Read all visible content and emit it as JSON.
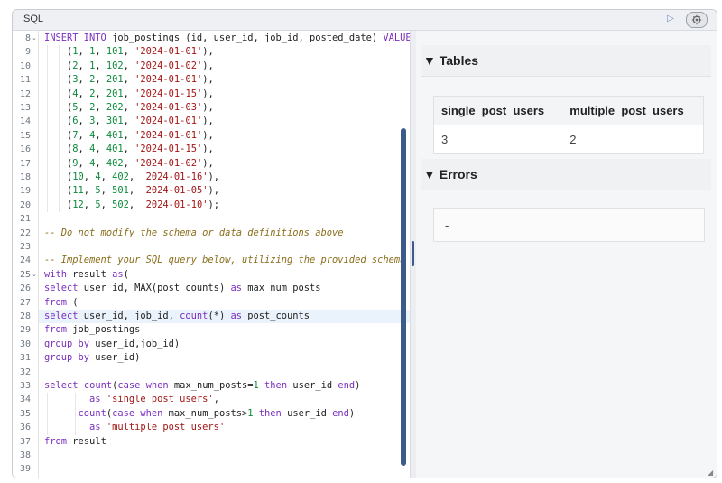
{
  "window": {
    "title": "SQL"
  },
  "toolbar": {
    "run_icon": "play-icon",
    "settings_icon": "gear-icon"
  },
  "editor": {
    "lines": [
      {
        "n": "8",
        "fold": true,
        "tokens": [
          [
            "kw",
            "INSERT INTO "
          ],
          [
            "",
            "job_postings (id, user_id, job_id, posted_date) "
          ],
          [
            "kw",
            "VALUES"
          ]
        ]
      },
      {
        "n": "9",
        "tokens": [
          [
            "",
            "    ("
          ],
          [
            "num",
            "1"
          ],
          [
            "",
            ", "
          ],
          [
            "num",
            "1"
          ],
          [
            "",
            ", "
          ],
          [
            "num",
            "101"
          ],
          [
            "",
            ", "
          ],
          [
            "str",
            "'2024-01-01'"
          ],
          [
            "",
            "),"
          ]
        ]
      },
      {
        "n": "10",
        "tokens": [
          [
            "",
            "    ("
          ],
          [
            "num",
            "2"
          ],
          [
            "",
            ", "
          ],
          [
            "num",
            "1"
          ],
          [
            "",
            ", "
          ],
          [
            "num",
            "102"
          ],
          [
            "",
            ", "
          ],
          [
            "str",
            "'2024-01-02'"
          ],
          [
            "",
            "),"
          ]
        ]
      },
      {
        "n": "11",
        "tokens": [
          [
            "",
            "    ("
          ],
          [
            "num",
            "3"
          ],
          [
            "",
            ", "
          ],
          [
            "num",
            "2"
          ],
          [
            "",
            ", "
          ],
          [
            "num",
            "201"
          ],
          [
            "",
            ", "
          ],
          [
            "str",
            "'2024-01-01'"
          ],
          [
            "",
            "),"
          ]
        ]
      },
      {
        "n": "12",
        "tokens": [
          [
            "",
            "    ("
          ],
          [
            "num",
            "4"
          ],
          [
            "",
            ", "
          ],
          [
            "num",
            "2"
          ],
          [
            "",
            ", "
          ],
          [
            "num",
            "201"
          ],
          [
            "",
            ", "
          ],
          [
            "str",
            "'2024-01-15'"
          ],
          [
            "",
            "),"
          ]
        ]
      },
      {
        "n": "13",
        "tokens": [
          [
            "",
            "    ("
          ],
          [
            "num",
            "5"
          ],
          [
            "",
            ", "
          ],
          [
            "num",
            "2"
          ],
          [
            "",
            ", "
          ],
          [
            "num",
            "202"
          ],
          [
            "",
            ", "
          ],
          [
            "str",
            "'2024-01-03'"
          ],
          [
            "",
            "),"
          ]
        ]
      },
      {
        "n": "14",
        "tokens": [
          [
            "",
            "    ("
          ],
          [
            "num",
            "6"
          ],
          [
            "",
            ", "
          ],
          [
            "num",
            "3"
          ],
          [
            "",
            ", "
          ],
          [
            "num",
            "301"
          ],
          [
            "",
            ", "
          ],
          [
            "str",
            "'2024-01-01'"
          ],
          [
            "",
            "),"
          ]
        ]
      },
      {
        "n": "15",
        "tokens": [
          [
            "",
            "    ("
          ],
          [
            "num",
            "7"
          ],
          [
            "",
            ", "
          ],
          [
            "num",
            "4"
          ],
          [
            "",
            ", "
          ],
          [
            "num",
            "401"
          ],
          [
            "",
            ", "
          ],
          [
            "str",
            "'2024-01-01'"
          ],
          [
            "",
            "),"
          ]
        ]
      },
      {
        "n": "16",
        "tokens": [
          [
            "",
            "    ("
          ],
          [
            "num",
            "8"
          ],
          [
            "",
            ", "
          ],
          [
            "num",
            "4"
          ],
          [
            "",
            ", "
          ],
          [
            "num",
            "401"
          ],
          [
            "",
            ", "
          ],
          [
            "str",
            "'2024-01-15'"
          ],
          [
            "",
            "),"
          ]
        ]
      },
      {
        "n": "17",
        "tokens": [
          [
            "",
            "    ("
          ],
          [
            "num",
            "9"
          ],
          [
            "",
            ", "
          ],
          [
            "num",
            "4"
          ],
          [
            "",
            ", "
          ],
          [
            "num",
            "402"
          ],
          [
            "",
            ", "
          ],
          [
            "str",
            "'2024-01-02'"
          ],
          [
            "",
            "),"
          ]
        ]
      },
      {
        "n": "18",
        "tokens": [
          [
            "",
            "    ("
          ],
          [
            "num",
            "10"
          ],
          [
            "",
            ", "
          ],
          [
            "num",
            "4"
          ],
          [
            "",
            ", "
          ],
          [
            "num",
            "402"
          ],
          [
            "",
            ", "
          ],
          [
            "str",
            "'2024-01-16'"
          ],
          [
            "",
            "),"
          ]
        ]
      },
      {
        "n": "19",
        "tokens": [
          [
            "",
            "    ("
          ],
          [
            "num",
            "11"
          ],
          [
            "",
            ", "
          ],
          [
            "num",
            "5"
          ],
          [
            "",
            ", "
          ],
          [
            "num",
            "501"
          ],
          [
            "",
            ", "
          ],
          [
            "str",
            "'2024-01-05'"
          ],
          [
            "",
            "),"
          ]
        ]
      },
      {
        "n": "20",
        "tokens": [
          [
            "",
            "    ("
          ],
          [
            "num",
            "12"
          ],
          [
            "",
            ", "
          ],
          [
            "num",
            "5"
          ],
          [
            "",
            ", "
          ],
          [
            "num",
            "502"
          ],
          [
            "",
            ", "
          ],
          [
            "str",
            "'2024-01-10'"
          ],
          [
            "",
            ");"
          ]
        ]
      },
      {
        "n": "21",
        "tokens": []
      },
      {
        "n": "22",
        "tokens": [
          [
            "cm",
            "-- Do not modify the schema or data definitions above"
          ]
        ]
      },
      {
        "n": "23",
        "tokens": []
      },
      {
        "n": "24",
        "tokens": [
          [
            "cm",
            "-- Implement your SQL query below, utilizing the provided schema"
          ]
        ]
      },
      {
        "n": "25",
        "fold": true,
        "tokens": [
          [
            "kw",
            "with"
          ],
          [
            "",
            " result "
          ],
          [
            "kw",
            "as"
          ],
          [
            "",
            "("
          ]
        ]
      },
      {
        "n": "26",
        "tokens": [
          [
            "kw",
            "select"
          ],
          [
            "",
            " user_id, MAX(post_counts) "
          ],
          [
            "kw",
            "as"
          ],
          [
            "",
            " max_num_posts"
          ]
        ]
      },
      {
        "n": "27",
        "tokens": [
          [
            "kw",
            "from"
          ],
          [
            "",
            " ("
          ]
        ]
      },
      {
        "n": "28",
        "active": true,
        "tokens": [
          [
            "kw",
            "select"
          ],
          [
            "",
            " user_id, job_id, "
          ],
          [
            "fn",
            "count"
          ],
          [
            "",
            "(*) "
          ],
          [
            "kw",
            "as"
          ],
          [
            "",
            " post_counts"
          ]
        ]
      },
      {
        "n": "29",
        "tokens": [
          [
            "kw",
            "from"
          ],
          [
            "",
            " job_postings"
          ]
        ]
      },
      {
        "n": "30",
        "tokens": [
          [
            "kw",
            "group by"
          ],
          [
            "",
            " user_id,job_id)"
          ]
        ]
      },
      {
        "n": "31",
        "tokens": [
          [
            "kw",
            "group by"
          ],
          [
            "",
            " user_id)"
          ]
        ]
      },
      {
        "n": "32",
        "tokens": []
      },
      {
        "n": "33",
        "tokens": [
          [
            "kw",
            "select"
          ],
          [
            "",
            " "
          ],
          [
            "fn",
            "count"
          ],
          [
            "",
            "("
          ],
          [
            "kw",
            "case when"
          ],
          [
            "",
            " max_num_posts="
          ],
          [
            "num",
            "1"
          ],
          [
            "",
            " "
          ],
          [
            "kw",
            "then"
          ],
          [
            "",
            " user_id "
          ],
          [
            "kw",
            "end"
          ],
          [
            "",
            ")"
          ]
        ]
      },
      {
        "n": "34",
        "tokens": [
          [
            "",
            "        "
          ],
          [
            "kw",
            "as"
          ],
          [
            "",
            " "
          ],
          [
            "str",
            "'single_post_users'"
          ],
          [
            "",
            ","
          ]
        ]
      },
      {
        "n": "35",
        "tokens": [
          [
            "",
            "      "
          ],
          [
            "fn",
            "count"
          ],
          [
            "",
            "("
          ],
          [
            "kw",
            "case when"
          ],
          [
            "",
            " max_num_posts>"
          ],
          [
            "num",
            "1"
          ],
          [
            "",
            " "
          ],
          [
            "kw",
            "then"
          ],
          [
            "",
            " user_id "
          ],
          [
            "kw",
            "end"
          ],
          [
            "",
            ")"
          ]
        ]
      },
      {
        "n": "36",
        "tokens": [
          [
            "",
            "        "
          ],
          [
            "kw",
            "as"
          ],
          [
            "",
            " "
          ],
          [
            "str",
            "'multiple_post_users'"
          ]
        ]
      },
      {
        "n": "37",
        "tokens": [
          [
            "kw",
            "from"
          ],
          [
            "",
            " result"
          ]
        ]
      },
      {
        "n": "38",
        "tokens": []
      },
      {
        "n": "39",
        "tokens": []
      }
    ]
  },
  "results": {
    "tables_header": "▼ Tables",
    "columns": [
      "single_post_users",
      "multiple_post_users"
    ],
    "rows": [
      [
        "3",
        "2"
      ]
    ],
    "errors_header": "▼ Errors",
    "errors_text": "-"
  },
  "colors": {
    "accent": "#3c5a8a",
    "keyword": "#7a2fbe",
    "number": "#0a8a3a",
    "string": "#a31515",
    "comment": "#8a6d1a"
  }
}
